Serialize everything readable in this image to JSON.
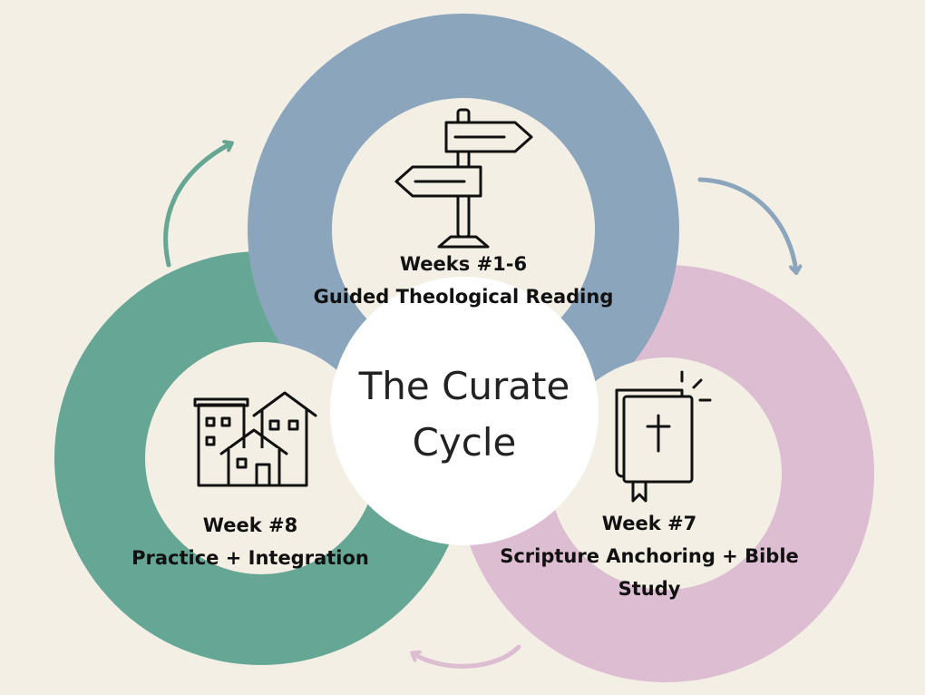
{
  "title": {
    "line1": "The Curate",
    "line2": "Cycle"
  },
  "stages": {
    "reading": {
      "heading": "Weeks #1-6",
      "subtitle": "Guided Theological Reading",
      "icon": "signpost-icon",
      "color": "#8ba5bd"
    },
    "scripture": {
      "heading": "Week #7",
      "subtitle_line1": "Scripture Anchoring + Bible",
      "subtitle_line2": "Study",
      "icon": "bible-icon",
      "color": "#dcbdd2"
    },
    "practice": {
      "heading": "Week #8",
      "subtitle": "Practice + Integration",
      "icon": "buildings-icon",
      "color": "#66a695"
    }
  },
  "colors": {
    "background": "#f4efe5",
    "ring_inner": "#f4efe5",
    "center": "#ffffff",
    "icon_stroke": "#111111"
  }
}
